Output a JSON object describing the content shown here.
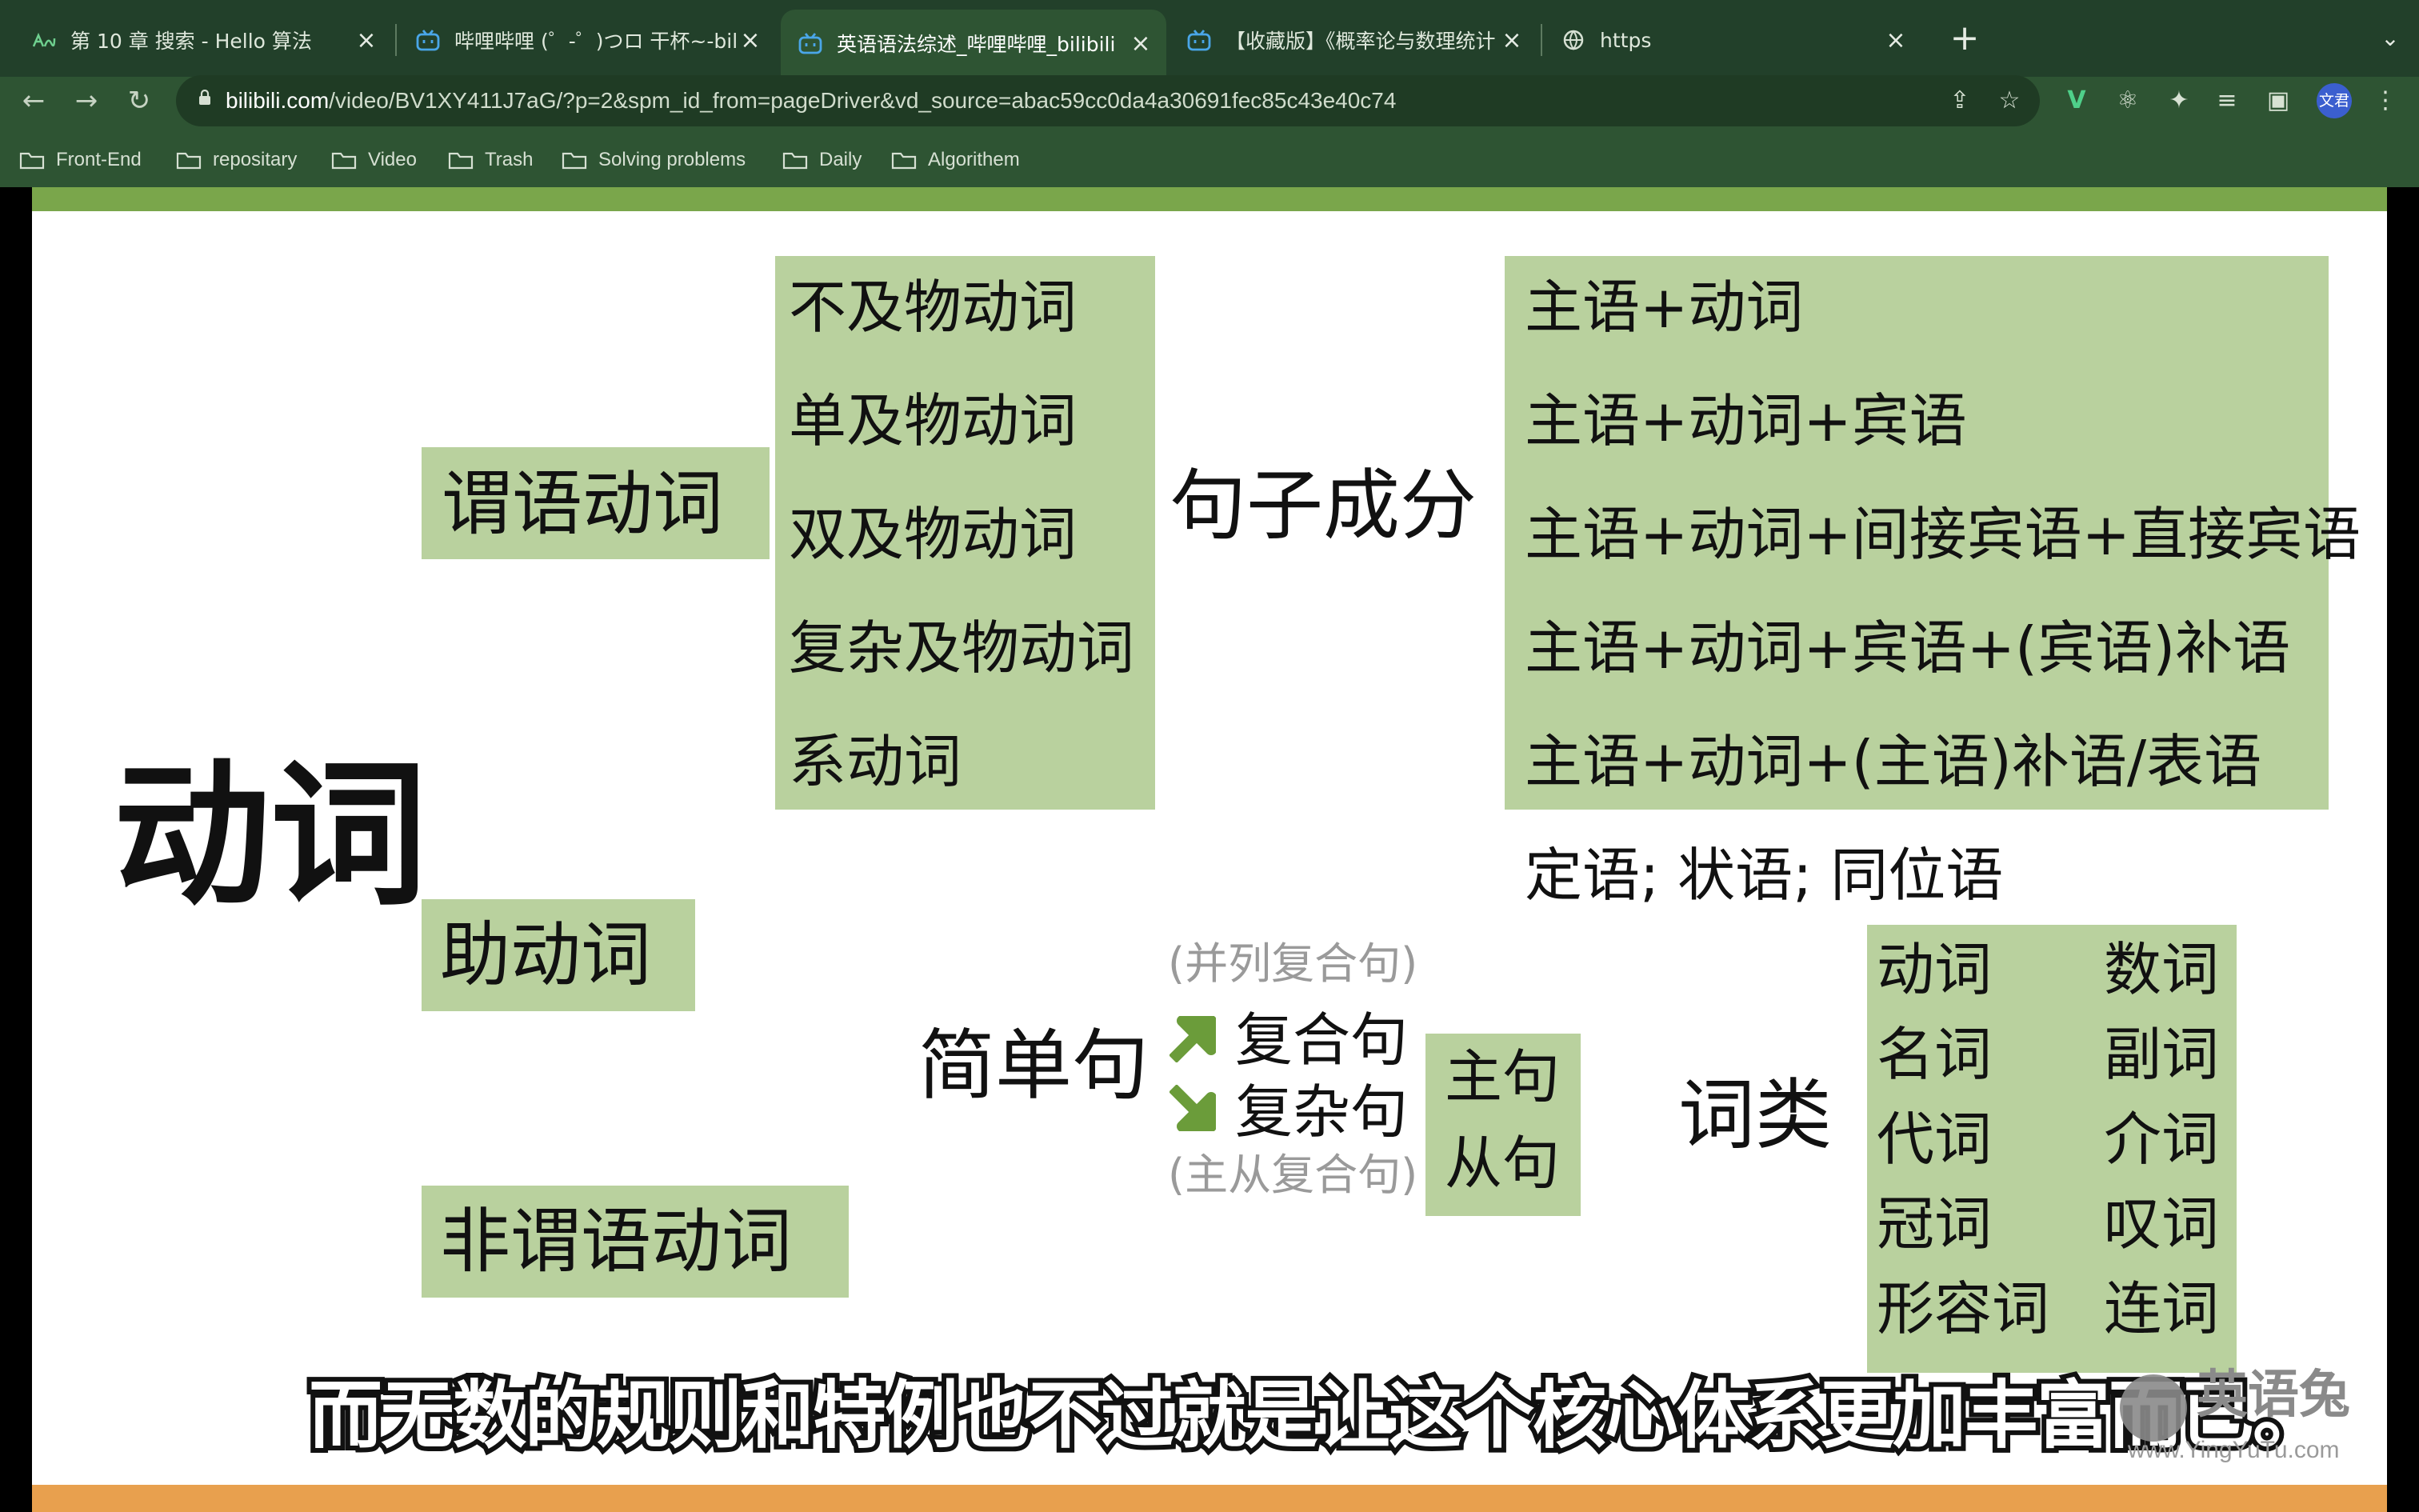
{
  "browser": {
    "tabs": [
      {
        "title": "第 10 章   搜索 - Hello 算法",
        "icon": "hello-algo-icon",
        "active": false
      },
      {
        "title": "哔哩哔哩 (゜-゜)つロ 干杯~-bili",
        "icon": "bilibili-icon",
        "active": false
      },
      {
        "title": "英语语法综述_哔哩哔哩_bilibili",
        "icon": "bilibili-icon",
        "active": true
      },
      {
        "title": "【收藏版】《概率论与数理统计",
        "icon": "bilibili-icon",
        "active": false
      },
      {
        "title": "https",
        "icon": "globe-icon",
        "active": false
      }
    ],
    "new_tab_label": "+",
    "tab_menu_label": "⌄",
    "address": {
      "host": "bilibili.com",
      "path": "/video/BV1XY411J7aG/?p=2&spm_id_from=pageDriver&vd_source=abac59cc0da4a30691fec85c43e40c74"
    },
    "profile_label": "文君",
    "bookmarks": [
      "Front-End",
      "repositary",
      "Video",
      "Trash",
      "Solving problems",
      "Daily",
      "Algorithem"
    ],
    "colors": {
      "frame": "#2e5433",
      "tabstrip": "#22402a",
      "omnibox": "#1f3b24"
    }
  },
  "slide": {
    "main_title": "动词",
    "predicate_verb": "谓语动词",
    "auxiliary_verb": "助动词",
    "nonpredicate_verb": "非谓语动词",
    "verb_types": [
      "不及物动词",
      "单及物动词",
      "双及物动词",
      "复杂及物动词",
      "系动词"
    ],
    "sentence_components_label": "句子成分",
    "patterns": [
      "主语+动词",
      "主语+动词+宾语",
      "主语+动词+间接宾语+直接宾语",
      "主语+动词+宾语+(宾语)补语",
      "主语+动词+(主语)补语/表语"
    ],
    "modifiers": "定语; 状语; 同位语",
    "simple_sentence": "简单句",
    "compound_note": "(并列复合句)",
    "compound": "复合句",
    "complex": "复杂句",
    "complex_note": "(主从复合句)",
    "clause_types": [
      "主句",
      "从句"
    ],
    "word_class_label": "词类",
    "word_classes_left": [
      "动词",
      "名词",
      "代词",
      "冠词",
      "形容词"
    ],
    "word_classes_right": [
      "数词",
      "副词",
      "介词",
      "叹词",
      "连词"
    ],
    "colors": {
      "box": "#b9d19e",
      "arrow": "#6b9c3a",
      "top_strip": "#7aa64b",
      "bottom_strip": "#e8a04e"
    }
  },
  "subtitle": "而无数的规则和特例也不过就是让这个核心体系更加丰富而已。",
  "watermark": {
    "brand": "英语兔",
    "url": "www.YingYuTu.com"
  }
}
